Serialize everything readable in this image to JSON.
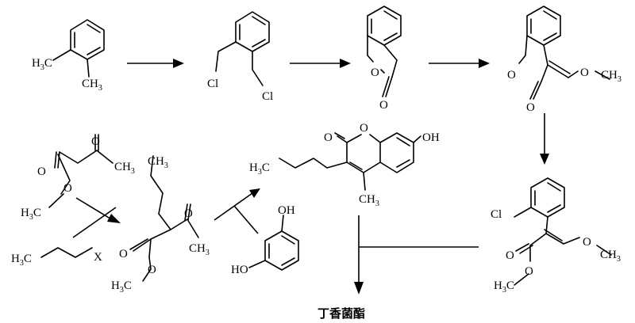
{
  "product_name": "丁香菌酯",
  "labels": {
    "o_xylene_methyl_1": "H3C",
    "o_xylene_methyl_2": "CH3",
    "dichloride_cl_1": "Cl",
    "dichloride_cl_2": "Cl",
    "isochromanone_o_ring": "O",
    "isochromanone_o_carbonyl": "O",
    "enol_o_ring": "O",
    "enol_o_carbonyl": "O",
    "enol_ome": "O",
    "enol_methyl": "CH3",
    "ester_ketone_o": "O",
    "ester_carbonyl_o": "O",
    "ester_ether_o": "O",
    "ester_methyl": "CH3",
    "ester_ethyl": "H3C",
    "halide_h3c": "H3C",
    "halide_x": "X",
    "keto_propyl": "CH3",
    "keto_ketone_o": "O",
    "keto_methyl": "CH3",
    "keto_ester_o1": "O",
    "keto_ester_o2": "O",
    "keto_ethyl": "H3C",
    "resorcinol_oh_1": "OH",
    "resorcinol_oh_2": "HO",
    "coumarin_ring_o": "O",
    "coumarin_carbonyl_o": "O",
    "coumarin_oh": "OH",
    "coumarin_butyl": "H3C",
    "coumarin_methyl": "CH3",
    "acrylate_cl": "Cl",
    "acrylate_ome_o": "O",
    "acrylate_ome_ch3": "CH3",
    "acrylate_carbonyl_o": "O",
    "acrylate_ester_o": "O",
    "acrylate_ester_ch3": "H3C"
  }
}
